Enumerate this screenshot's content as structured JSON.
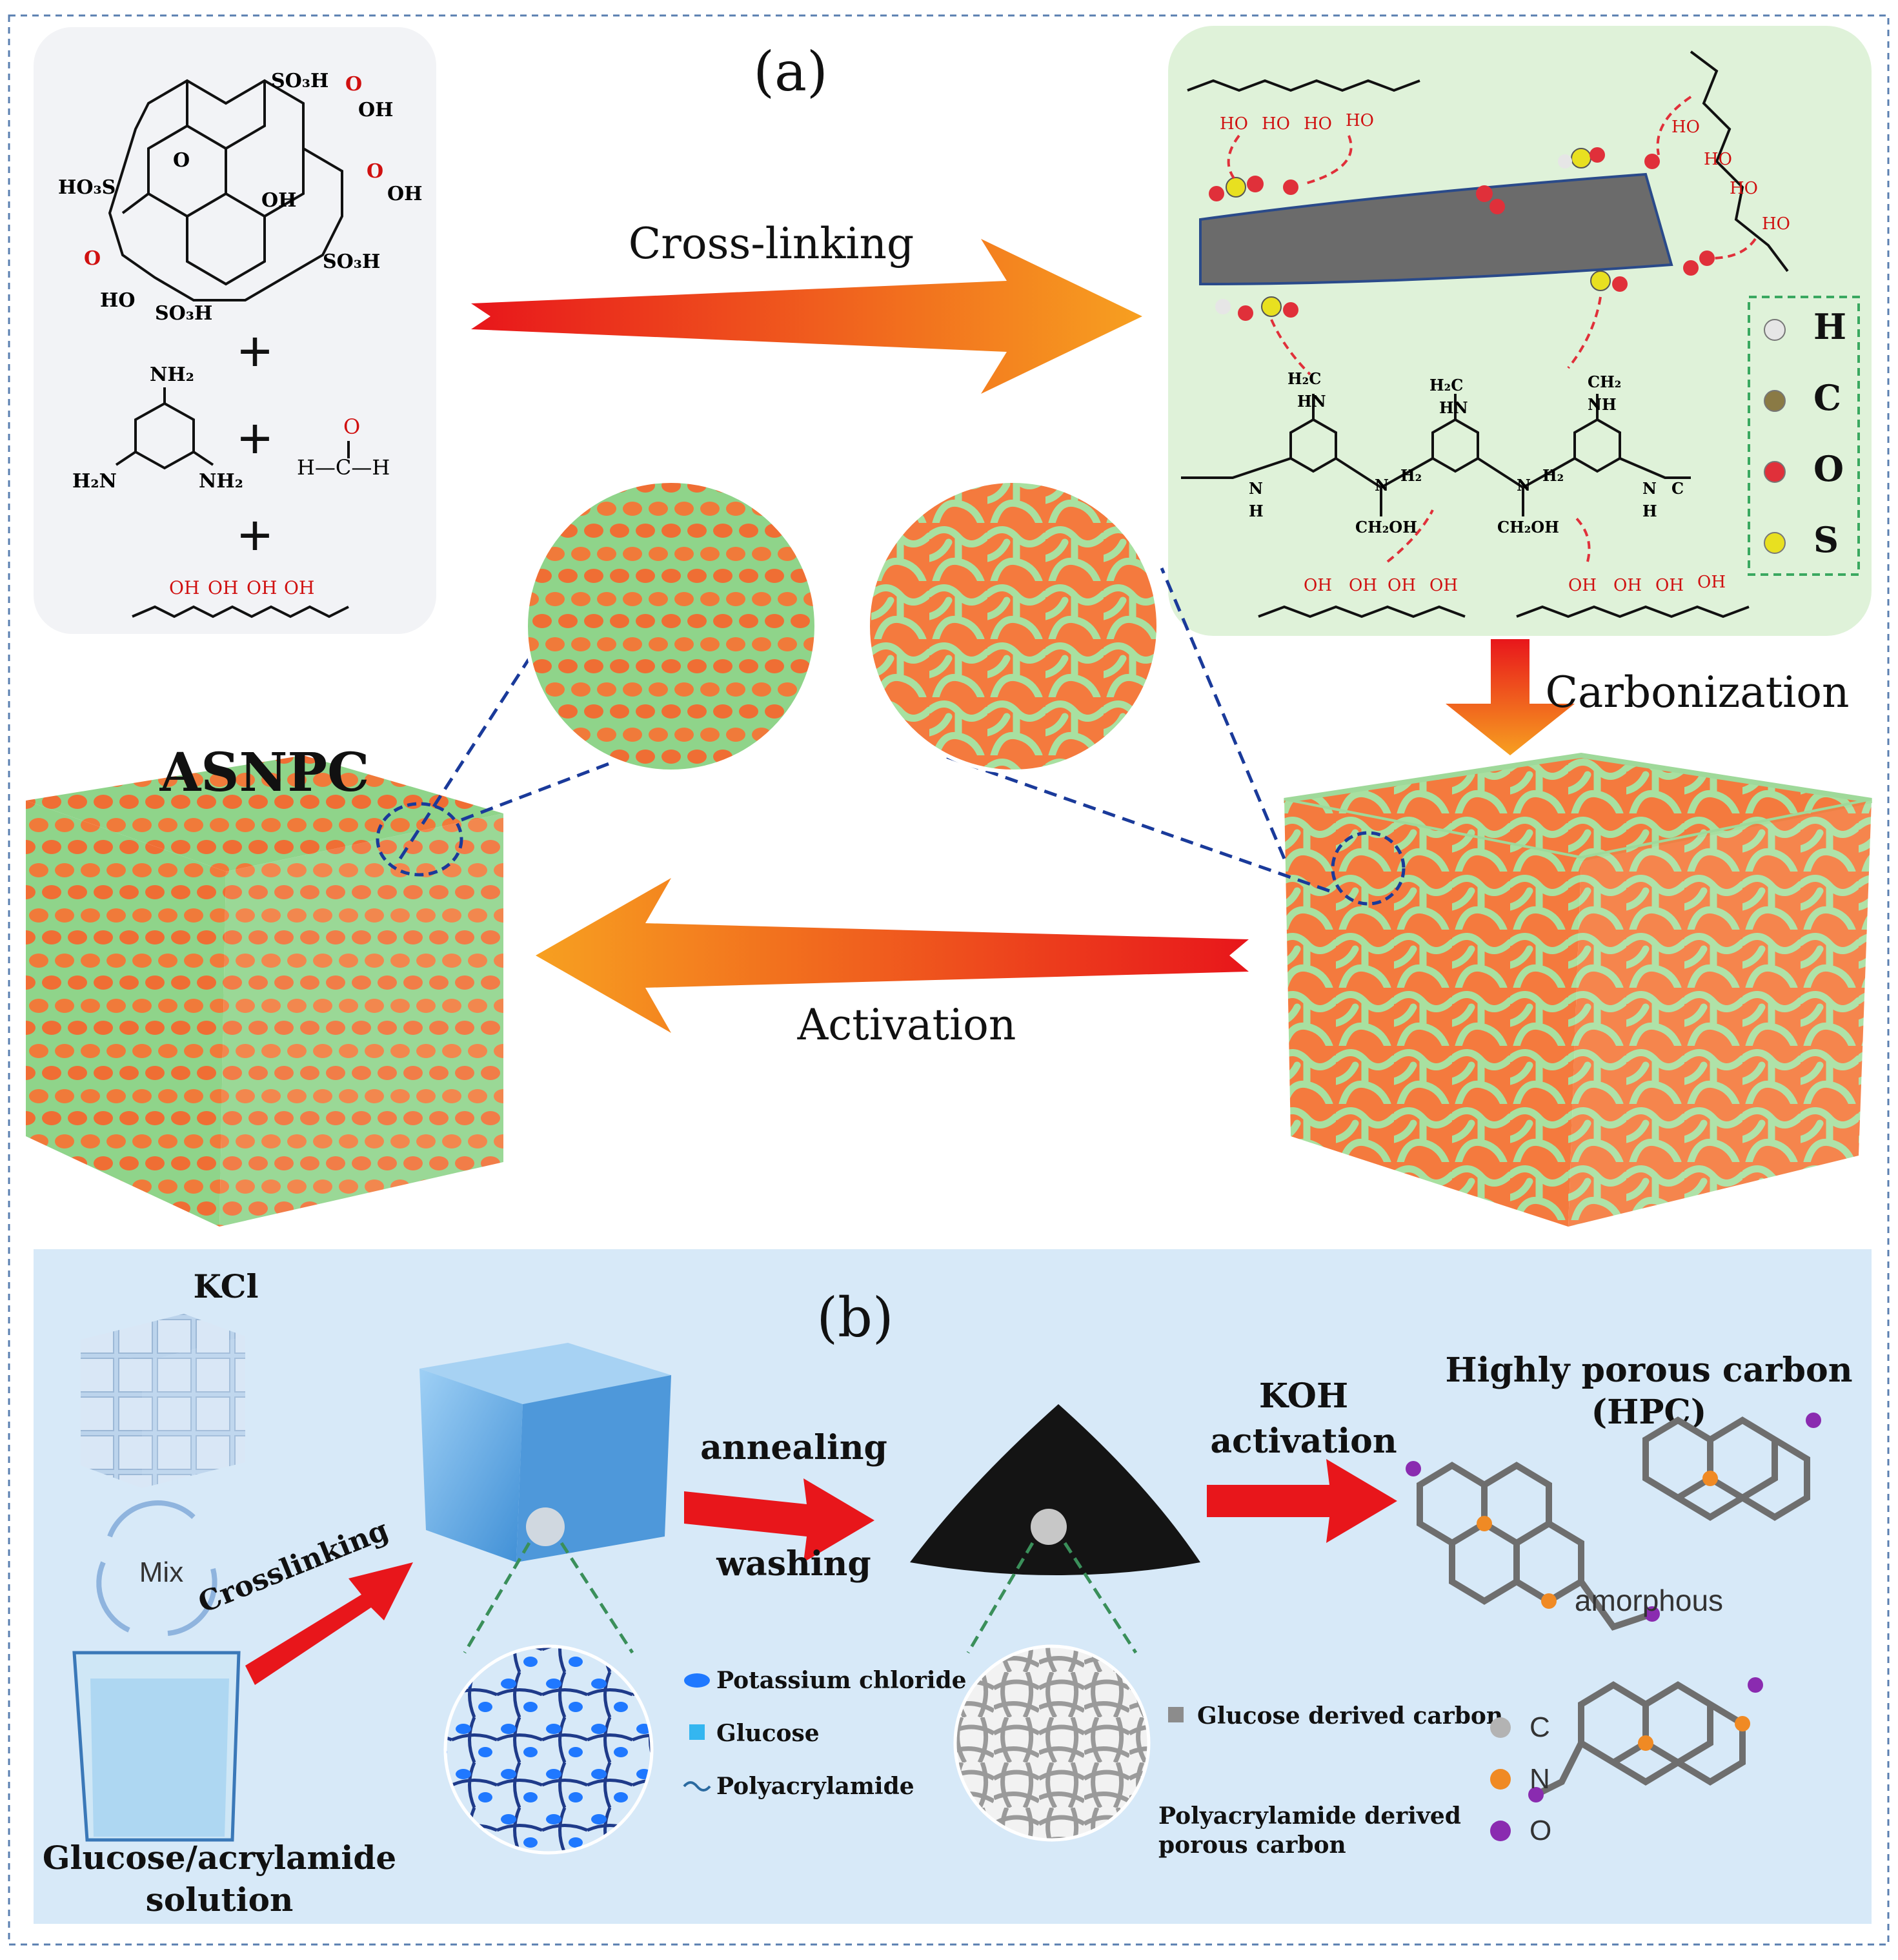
{
  "panel_a": {
    "label": "(a)",
    "steps": {
      "cross_linking": "Cross-linking",
      "carbonization": "Carbonization",
      "activation": "Activation"
    },
    "product_label": "ASNPC",
    "go_groups": {
      "so3h": "SO₃H",
      "ho3s": "HO₃S",
      "oh": "OH",
      "o": "O",
      "ho": "HO"
    },
    "melamine": {
      "nh2_top": "NH₂",
      "h2n_left": "H₂N",
      "nh2_right": "NH₂"
    },
    "formaldehyde": {
      "o": "O",
      "formula": "H—C—H"
    },
    "pva_oh": "OH",
    "pva_ho": "HO",
    "resin_groups": {
      "h2c": "H₂C",
      "hn": "HN",
      "ch2": "CH₂",
      "nh": "NH",
      "ch2oh": "CH₂OH",
      "n": "N",
      "h": "H",
      "h2": "H₂",
      "c": "C"
    },
    "legend": [
      {
        "symbol": "H",
        "color": "#e6e6e6"
      },
      {
        "symbol": "C",
        "color": "#8a7a45"
      },
      {
        "symbol": "O",
        "color": "#e0303a"
      },
      {
        "symbol": "S",
        "color": "#e8e020"
      }
    ]
  },
  "panel_b": {
    "label": "(b)",
    "kcl": "KCl",
    "mix": "Mix",
    "crosslinking": "Crosslinking",
    "solution_line1": "Glucose/acrylamide",
    "solution_line2": "solution",
    "annealing": "annealing",
    "washing": "washing",
    "koh_line1": "KOH",
    "koh_line2": "activation",
    "hpc_line1": "Highly porous carbon",
    "hpc_line2": "(HPC)",
    "amorphous": "amorphous",
    "legend_left": [
      {
        "label": "Potassium  chloride",
        "marker": "ellipse",
        "color": "#1f78ff"
      },
      {
        "label": "Glucose",
        "marker": "square",
        "color": "#34b6f0"
      },
      {
        "label": "Polyacrylamide",
        "marker": "wave",
        "color": "#2a6aa0"
      }
    ],
    "legend_mid": [
      {
        "label": "Glucose derived  carbon",
        "marker": "square",
        "color": "#8c8c8c"
      }
    ],
    "poly_carbon_line1": "Polyacrylamide  derived",
    "poly_carbon_line2": "porous carbon",
    "atom_legend": [
      {
        "label": "C",
        "color": "#b3b3b3"
      },
      {
        "label": "N",
        "color": "#f08a24"
      },
      {
        "label": "O",
        "color": "#8a2bb0"
      }
    ]
  },
  "colors": {
    "panel_a_box": "#f2f3f6",
    "resin_box": "#dff2d9",
    "panel_b_bg": "#d7e9f8",
    "arrow_orange": "#f26a1b",
    "arrow_red": "#e8161b",
    "foam_green": "#9fd99a",
    "foam_orange": "#f47a3e",
    "dashed_blue": "#1a3a9a",
    "dashed_green": "#3aa860"
  }
}
